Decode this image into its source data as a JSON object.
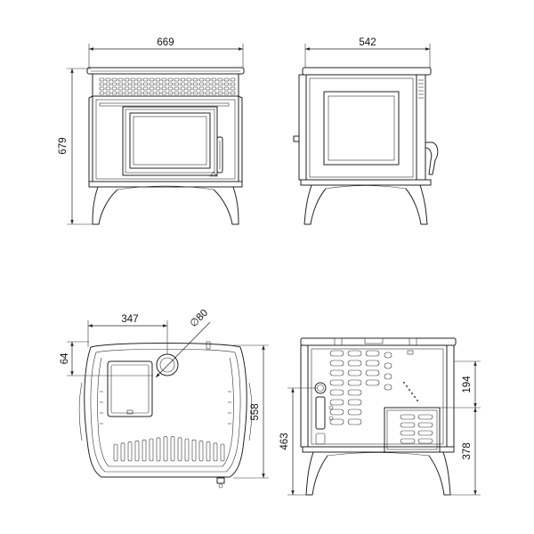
{
  "front_view": {
    "width_label": "669",
    "height_label": "679"
  },
  "side_view": {
    "depth_label": "542"
  },
  "top_view": {
    "flue_offset_label": "347",
    "flue_diameter_label": "∅80",
    "rear_offset_label": "64",
    "depth_label": "558"
  },
  "rear_view": {
    "upper_outlet_label": "194",
    "lower_outlet_label": "378",
    "inlet_height_label": "463"
  }
}
